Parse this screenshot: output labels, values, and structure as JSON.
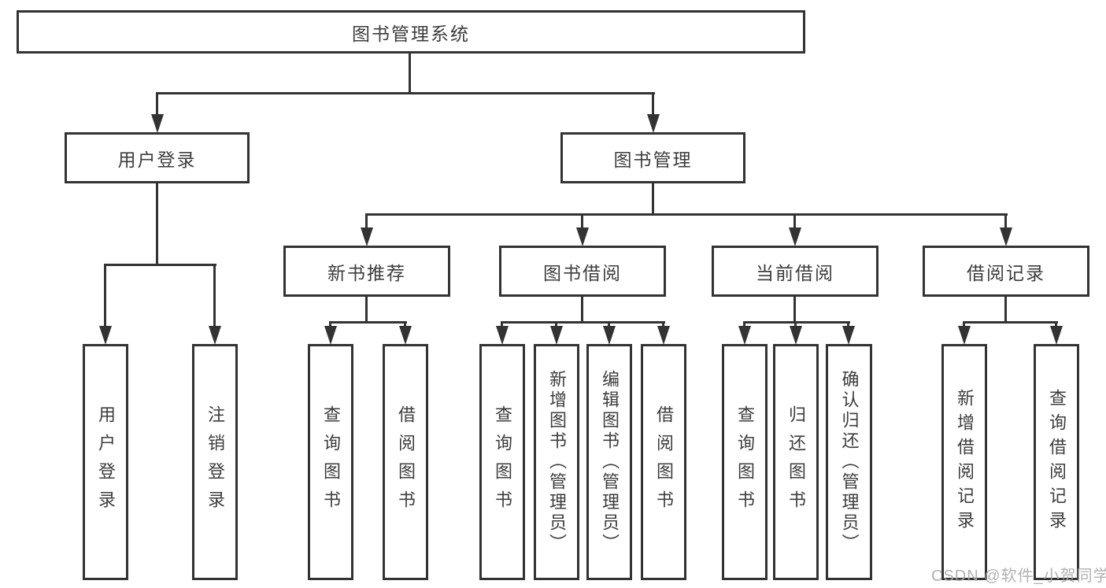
{
  "tree": {
    "root": {
      "label": "图书管理系统",
      "children": [
        {
          "label": "用户登录",
          "children": [
            {
              "label": "用户登录"
            },
            {
              "label": "注销登录"
            }
          ]
        },
        {
          "label": "图书管理",
          "children": [
            {
              "label": "新书推荐",
              "children": [
                {
                  "label": "查询图书"
                },
                {
                  "label": "借阅图书"
                }
              ]
            },
            {
              "label": "图书借阅",
              "children": [
                {
                  "label": "查询图书"
                },
                {
                  "label": "新增图书（管理员）"
                },
                {
                  "label": "编辑图书（管理员）"
                },
                {
                  "label": "借阅图书"
                }
              ]
            },
            {
              "label": "当前借阅",
              "children": [
                {
                  "label": "查询图书"
                },
                {
                  "label": "归还图书"
                },
                {
                  "label": "确认归还（管理员）"
                }
              ]
            },
            {
              "label": "借阅记录",
              "children": [
                {
                  "label": "新增借阅记录"
                },
                {
                  "label": "查询借阅记录"
                }
              ]
            }
          ]
        }
      ]
    }
  },
  "watermark": {
    "text": "CSDN @软件_小贺同学"
  },
  "colors": {
    "line": "#333333",
    "border": "#333333",
    "text": "#3d3d3d",
    "watermark": "#ababab",
    "background": "#ffffff"
  }
}
